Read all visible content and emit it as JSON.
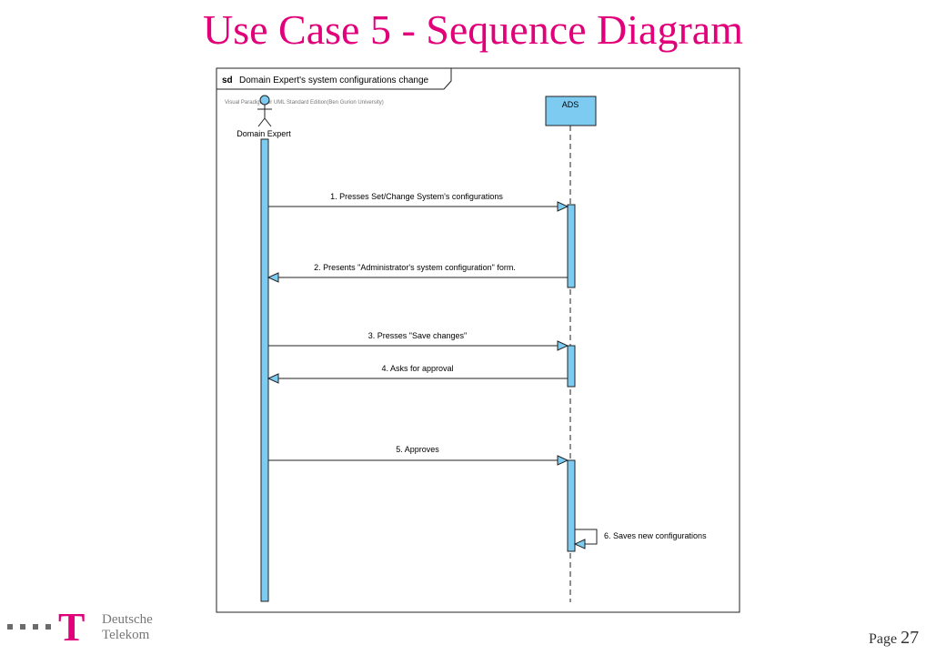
{
  "slide": {
    "title": "Use Case 5 - Sequence Diagram",
    "page_label": "Page",
    "page_number": "27"
  },
  "brand": {
    "logo_letter": "T",
    "line1": "Deutsche",
    "line2": "Telekom",
    "color": "#e2007a"
  },
  "diagram": {
    "frame_keyword": "sd",
    "frame_title": "Domain Expert's system configurations change",
    "watermark": "Visual Paradigm for UML Standard Edition(Ben Gurion University)",
    "actor_label": "Domain Expert",
    "lifeline_label": "ADS",
    "lifeline_color": "#7ecbf2",
    "messages": [
      {
        "text": "1. Presses Set/Change System's configurations"
      },
      {
        "text": "2. Presents \"Administrator's system configuration\" form."
      },
      {
        "text": "3. Presses \"Save changes\""
      },
      {
        "text": "4. Asks for approval"
      },
      {
        "text": "5. Approves"
      },
      {
        "text": "6. Saves new configurations"
      }
    ]
  }
}
